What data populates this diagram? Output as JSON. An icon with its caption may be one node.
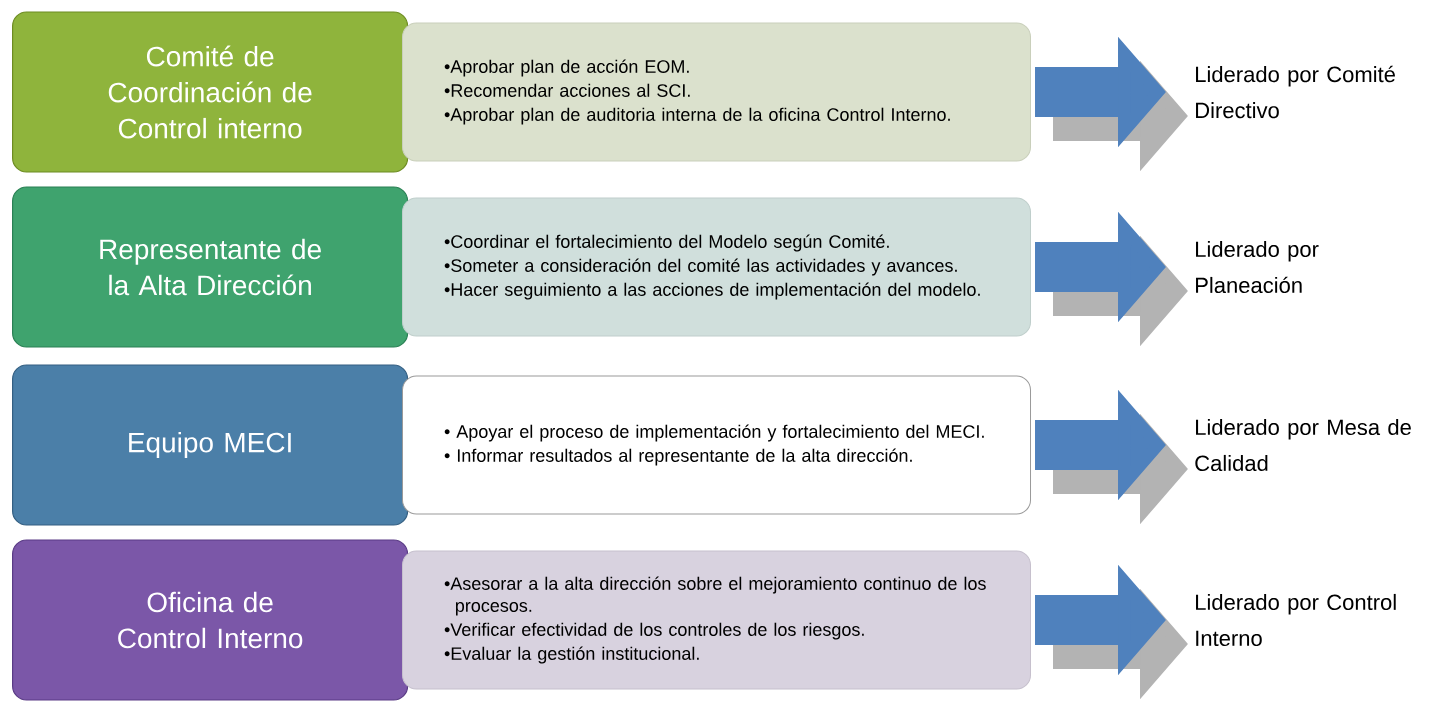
{
  "diagram": {
    "nodes": [
      {
        "text": [
          "Comité de Coordinación de Control interno"
        ]
      },
      {
        "text": [
          "•Aprobar plan de acción EOM.",
          "•Recomendar acciones al SCI.",
          "•Aprobar plan de auditoria interna de la oficina Control Interno."
        ]
      },
      {
        "text": [
          "Liderado por Comité Directivo"
        ]
      },
      {
        "text": [
          "Representante de la Alta Dirección"
        ]
      },
      {
        "text": [
          "•Coordinar el fortalecimiento del Modelo según Comité.",
          "•Someter a consideración del comité las actividades y avances.",
          "•Hacer seguimiento a las acciones de implementación del modelo."
        ]
      },
      {
        "text": [
          "Liderado por Planeación"
        ]
      },
      {
        "text": [
          "Equipo MECI"
        ]
      },
      {
        "text": [
          "• Apoyar el proceso de implementación y fortalecimiento del MECI.",
          "• Informar resultados al representante de la alta dirección."
        ]
      },
      {
        "text": [
          "Liderado por Mesa de Calidad"
        ]
      },
      {
        "text": [
          "Oficina de Control Interno"
        ]
      },
      {
        "text": [
          "•Asesorar a la alta dirección sobre el mejoramiento continuo de los procesos.",
          "•Verificar efectividad de los controles de los riesgos.",
          "•Evaluar la  gestión institucional."
        ]
      },
      {
        "text": [
          "Liderado por Control Interno"
        ]
      }
    ],
    "edges": [
      {
        "from": 1,
        "to": 2,
        "arrow": "to"
      },
      {
        "from": 4,
        "to": 5,
        "arrow": "to"
      },
      {
        "from": 7,
        "to": 8,
        "arrow": "to"
      },
      {
        "from": 10,
        "to": 11,
        "arrow": "to"
      }
    ]
  }
}
